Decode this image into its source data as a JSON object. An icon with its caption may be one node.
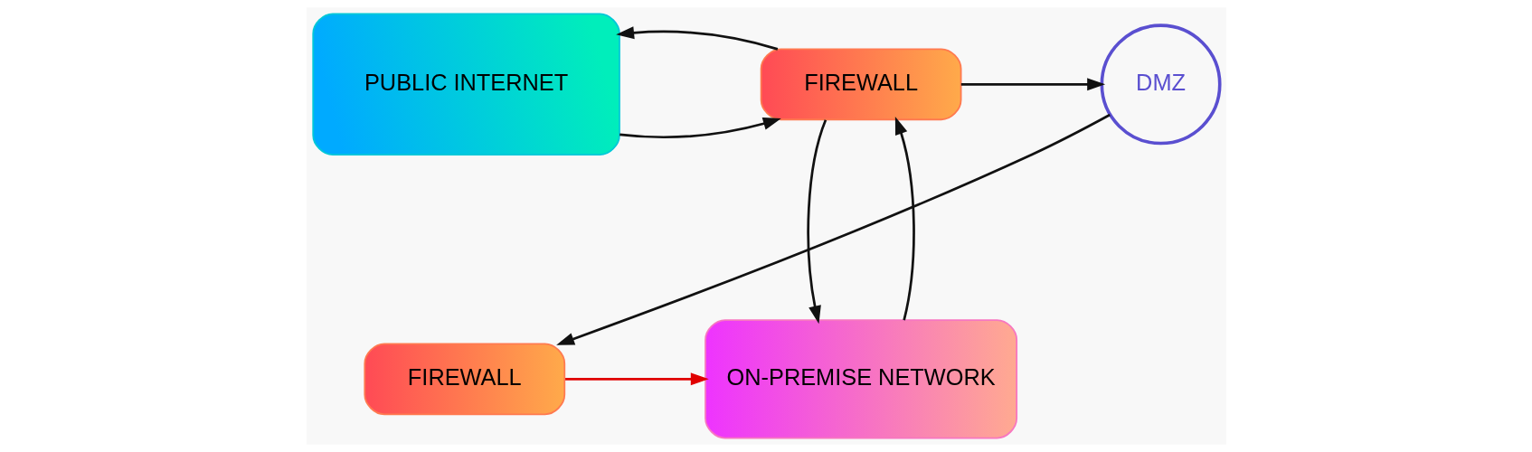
{
  "diagram": {
    "nodes": [
      {
        "text": [
          "PUBLIC INTERNET"
        ]
      },
      {
        "text": [
          "FIREWALL"
        ]
      },
      {
        "text": [
          "DMZ"
        ]
      },
      {
        "text": [
          "ON-PREMISE NETWORK"
        ]
      },
      {
        "text": [
          "FIREWALL"
        ]
      }
    ],
    "edges": [
      {
        "from": 0,
        "to": 1,
        "arrow": "to"
      },
      {
        "from": 1,
        "to": 0,
        "arrow": "to"
      },
      {
        "from": 1,
        "to": 2,
        "arrow": "to"
      },
      {
        "from": 2,
        "to": 4,
        "arrow": "to"
      },
      {
        "from": 4,
        "to": 3,
        "arrow": "to",
        "color": "#e00000"
      },
      {
        "from": 3,
        "to": 1,
        "arrow": "to"
      },
      {
        "from": 1,
        "to": 3,
        "arrow": "to"
      }
    ]
  }
}
